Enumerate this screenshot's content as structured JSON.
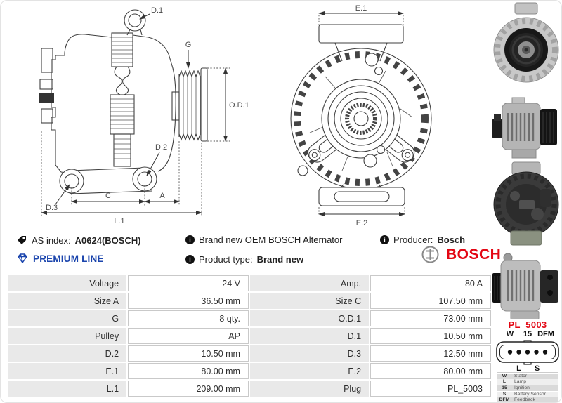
{
  "colors": {
    "accent_blue": "#1b45ad",
    "bosch_red": "#e30613",
    "pl_name_red": "#e30613",
    "table_label_bg": "#e9e9e9",
    "drawing_line": "#3f3f3f"
  },
  "icons": {
    "info_glyph": "i"
  },
  "drawings": {
    "side": {
      "d1": "D.1",
      "g": "G",
      "od1": "O.D.1",
      "d2": "D.2",
      "d3": "D.3",
      "c": "C",
      "a": "A",
      "l1": "L.1"
    },
    "front": {
      "e1": "E.1",
      "e2": "E.2"
    }
  },
  "photos": [
    {
      "name": "alternator-front-photo"
    },
    {
      "name": "alternator-side-photo"
    },
    {
      "name": "alternator-rear-photo"
    },
    {
      "name": "alternator-side-right-photo"
    }
  ],
  "info": {
    "as_index_label": "AS index:",
    "as_index_value": "A0624(BOSCH)",
    "premium_line": "PREMIUM LINE",
    "description": "Brand new OEM BOSCH Alternator",
    "product_type_label": "Product type:",
    "product_type_value": "Brand new",
    "producer_label": "Producer:",
    "producer_value": "Bosch",
    "brand_logo_text": "BOSCH"
  },
  "specs": {
    "rows": [
      {
        "l1": "Voltage",
        "v1": "24 V",
        "l2": "Amp.",
        "v2": "80 A"
      },
      {
        "l1": "Size A",
        "v1": "36.50 mm",
        "l2": "Size C",
        "v2": "107.50 mm"
      },
      {
        "l1": "G",
        "v1": "8 qty.",
        "l2": "O.D.1",
        "v2": "73.00 mm"
      },
      {
        "l1": "Pulley",
        "v1": "AP",
        "l2": "D.1",
        "v2": "10.50 mm"
      },
      {
        "l1": "D.2",
        "v1": "10.50 mm",
        "l2": "D.3",
        "v2": "12.50 mm"
      },
      {
        "l1": "E.1",
        "v1": "80.00 mm",
        "l2": "E.2",
        "v2": "80.00 mm"
      },
      {
        "l1": "L.1",
        "v1": "209.00 mm",
        "l2": "Plug",
        "v2": "PL_5003"
      }
    ]
  },
  "plug": {
    "name": "PL_5003",
    "top_labels": [
      "W",
      "15",
      "DFM"
    ],
    "bottom_labels": [
      "L",
      "S"
    ],
    "legend": [
      {
        "pin": "W",
        "desc": "Stator"
      },
      {
        "pin": "L",
        "desc": "Lamp"
      },
      {
        "pin": "15",
        "desc": "Ignition"
      },
      {
        "pin": "S",
        "desc": "Battery Sensor"
      },
      {
        "pin": "DFM",
        "desc": "Feedback"
      }
    ]
  }
}
